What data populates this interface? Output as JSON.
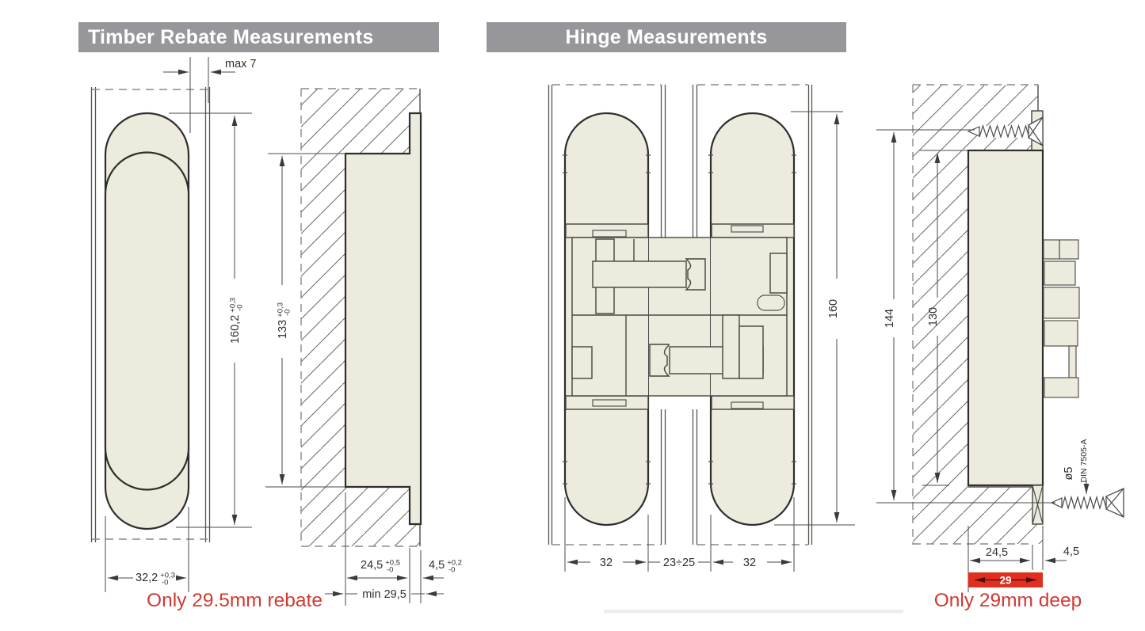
{
  "headers": {
    "timber": "Timber Rebate Measurements",
    "hinge": "Hinge Measurements"
  },
  "colors": {
    "header_bg": "#97979b",
    "accent_red": "#d03a31",
    "red_box": "#e02e1f",
    "drawing_fill": "#edeade",
    "outline": "#2e2e2c"
  },
  "timber_rebate": {
    "note": "Only 29.5mm rebate",
    "dims": {
      "edge_max": "max 7",
      "cutout_length": {
        "value": "160,2",
        "tol_plus": "+0,3",
        "tol_minus": "-0"
      },
      "recess_length": {
        "value": "133",
        "tol_plus": "+0,3",
        "tol_minus": "-0"
      },
      "cutout_width": {
        "value": "32,2",
        "tol_plus": "+0,3",
        "tol_minus": "-0"
      },
      "recess_depth": {
        "value": "24,5",
        "tol_plus": "+0,5",
        "tol_minus": "-0"
      },
      "lip_depth": {
        "value": "4,5",
        "tol_plus": "+0,2",
        "tol_minus": "-0"
      },
      "min_rebate": "min 29,5"
    }
  },
  "hinge_measurements": {
    "note": "Only 29mm deep",
    "dims": {
      "leaf_width_left": "32",
      "gap": "23÷25",
      "leaf_width_right": "32",
      "hinge_height": "160",
      "overall_height": "144",
      "body_height": "130",
      "screw_dia": "ø5",
      "screw_standard": "DIN 7505-A",
      "body_depth": "24,5",
      "lip": "4,5",
      "total_depth": "29"
    }
  }
}
